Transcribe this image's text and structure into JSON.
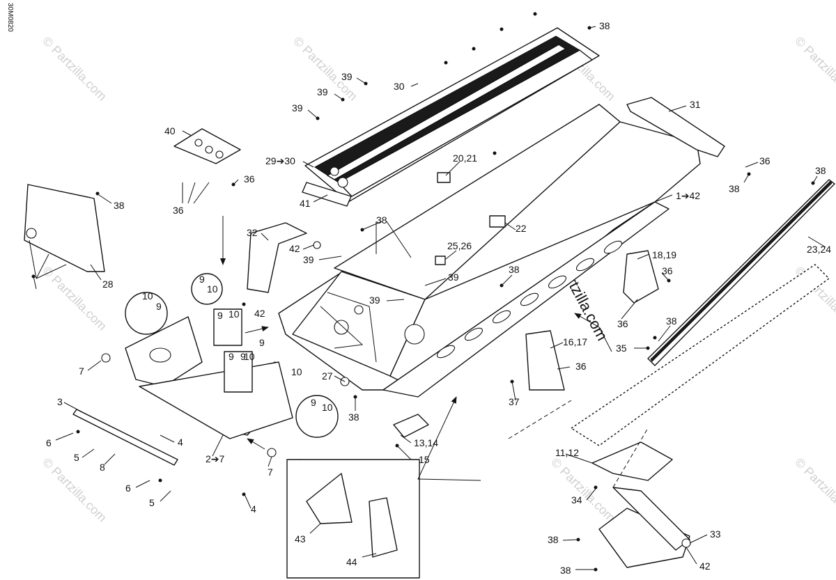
{
  "document": {
    "code": "30M0820"
  },
  "watermark": {
    "text": "© Partzilla.com"
  },
  "callouts": [
    "38",
    "39",
    "39",
    "39",
    "30",
    "29➔30",
    "41",
    "20,21",
    "31",
    "36",
    "38",
    "1➔42",
    "38",
    "23,24",
    "40",
    "36",
    "36",
    "38",
    "28",
    "32",
    "38",
    "22",
    "42",
    "25,26",
    "39",
    "39",
    "38",
    "18,19",
    "36",
    "39",
    "36",
    "38",
    "9",
    "10",
    "10",
    "9",
    "9",
    "10",
    "42",
    "9",
    "7",
    "10",
    "9",
    "16,17",
    "36",
    "35",
    "27",
    "9",
    "10",
    "3",
    "37",
    "38",
    "9",
    "10",
    "6",
    "4",
    "5",
    "8",
    "2➔7",
    "13,14",
    "15",
    "7",
    "11,12",
    "6",
    "5",
    "4",
    "34",
    "43",
    "38",
    "33",
    "44",
    "42",
    "38"
  ]
}
